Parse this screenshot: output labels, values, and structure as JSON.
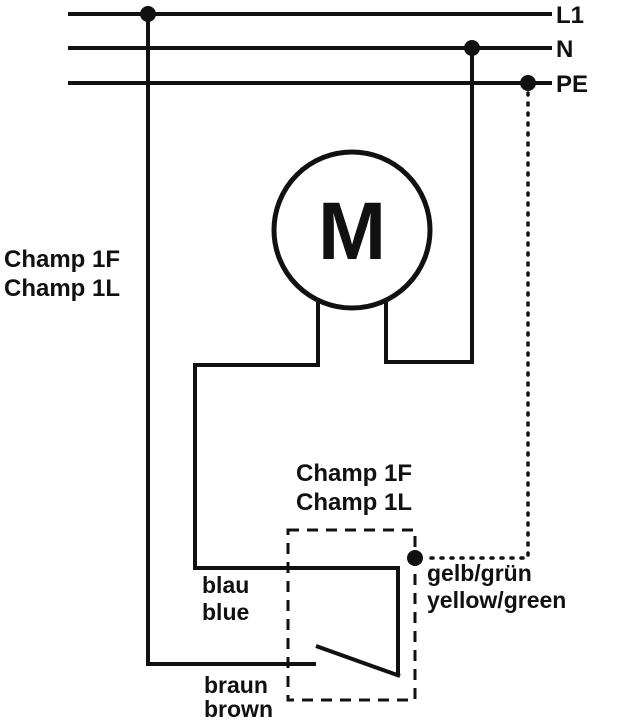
{
  "diagram": {
    "title": "fan-switch-wiring-diagram",
    "power_lines": {
      "l1_label": "L1",
      "n_label": "N",
      "pe_label": "PE"
    },
    "motor": {
      "label": "M"
    },
    "device_label_left": {
      "line1": "Champ 1F",
      "line2": "Champ 1L"
    },
    "switch_label": {
      "line1": "Champ 1F",
      "line2": "Champ 1L"
    },
    "wire_labels": {
      "blue": {
        "line1": "blau",
        "line2": "blue"
      },
      "brown": {
        "line1": "braun",
        "line2": "brown"
      },
      "earth": {
        "line1": "gelb/grün",
        "line2": "yellow/green"
      }
    },
    "colors": {
      "line": "#111111",
      "background": "#ffffff"
    }
  }
}
